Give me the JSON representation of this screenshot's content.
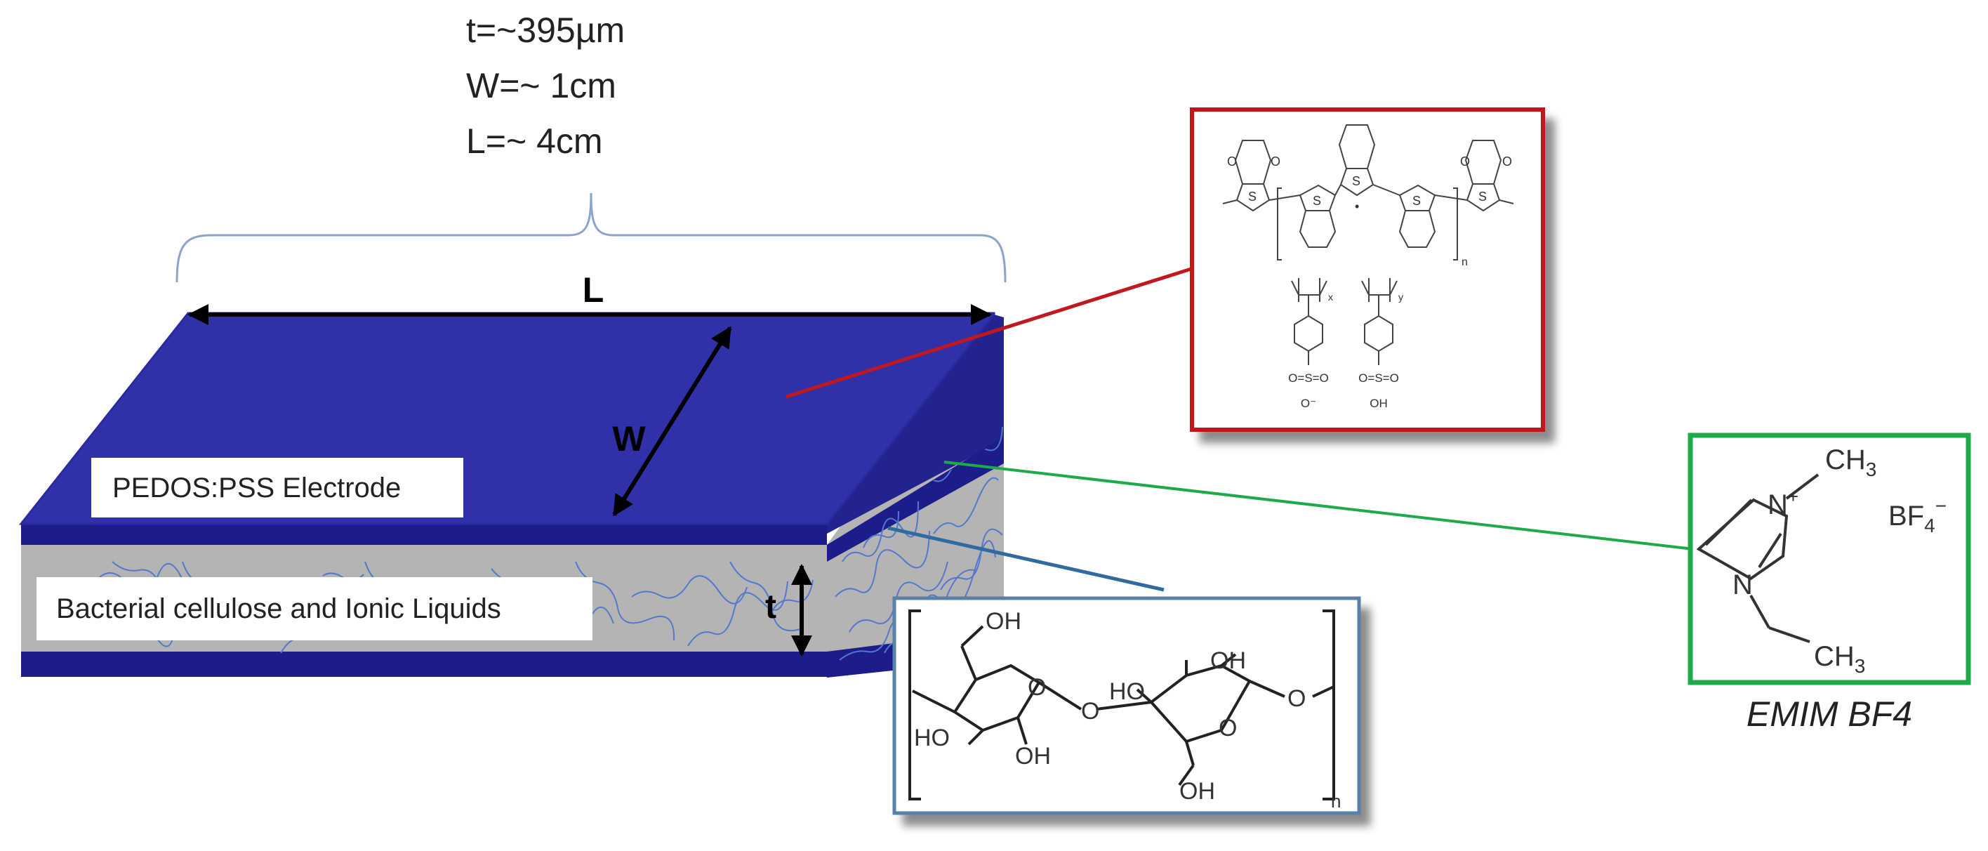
{
  "dimensions": {
    "thickness": "t=~395µm",
    "width": "W=~ 1cm",
    "length": "L=~ 4cm"
  },
  "labels": {
    "length_arrow": "L",
    "width_arrow": "W",
    "thickness_arrow": "t",
    "electrode_box": "PEDOS:PSS Electrode",
    "core_box": "Bacterial cellulose and Ionic Liquids",
    "ionic_liquid_name": "EMIM BF4"
  },
  "pedot_structure": {
    "sulfur": "S",
    "oxygen": "O",
    "radical": "•",
    "repeat_n": "n",
    "pss_x": "x",
    "pss_y": "y",
    "sulfonate_left": "O=S=O",
    "sulfonate_left_ion": "O⁻",
    "sulfonate_right": "O=S=O",
    "sulfonate_right_h": "OH"
  },
  "emim_structure": {
    "ch3_top": "CH",
    "ch3_top_sub": "3",
    "n_plus": "N",
    "plus_sign": "+",
    "n_lower": "N",
    "ch3_bottom": "CH",
    "ch3_bottom_sub": "3",
    "bf4": "BF",
    "bf4_sub": "4",
    "bf4_charge": "−"
  },
  "cellulose_structure": {
    "oh_top_left": "OH",
    "oh_top_right": "OH",
    "ho_left": "HO",
    "oh_bottom_left": "OH",
    "ho_middle": "HO",
    "oh_bottom_right": "OH",
    "ring_o_left": "O",
    "bridge_o": "O",
    "ring_o_right": "O",
    "tail_o": "O",
    "repeat_n": "n"
  },
  "colors": {
    "electrode_blue": "#3030a8",
    "electrode_dark": "#1c1c8a",
    "core_gray": "#b4b4b4",
    "fiber_blue": "#5577cc",
    "pedot_callout": "#c0181e",
    "emim_callout": "#1faa4a",
    "cellulose_callout": "#2f6aa0",
    "cellulose_frame": "#5a7fa8",
    "brace": "#8aa4cc"
  }
}
